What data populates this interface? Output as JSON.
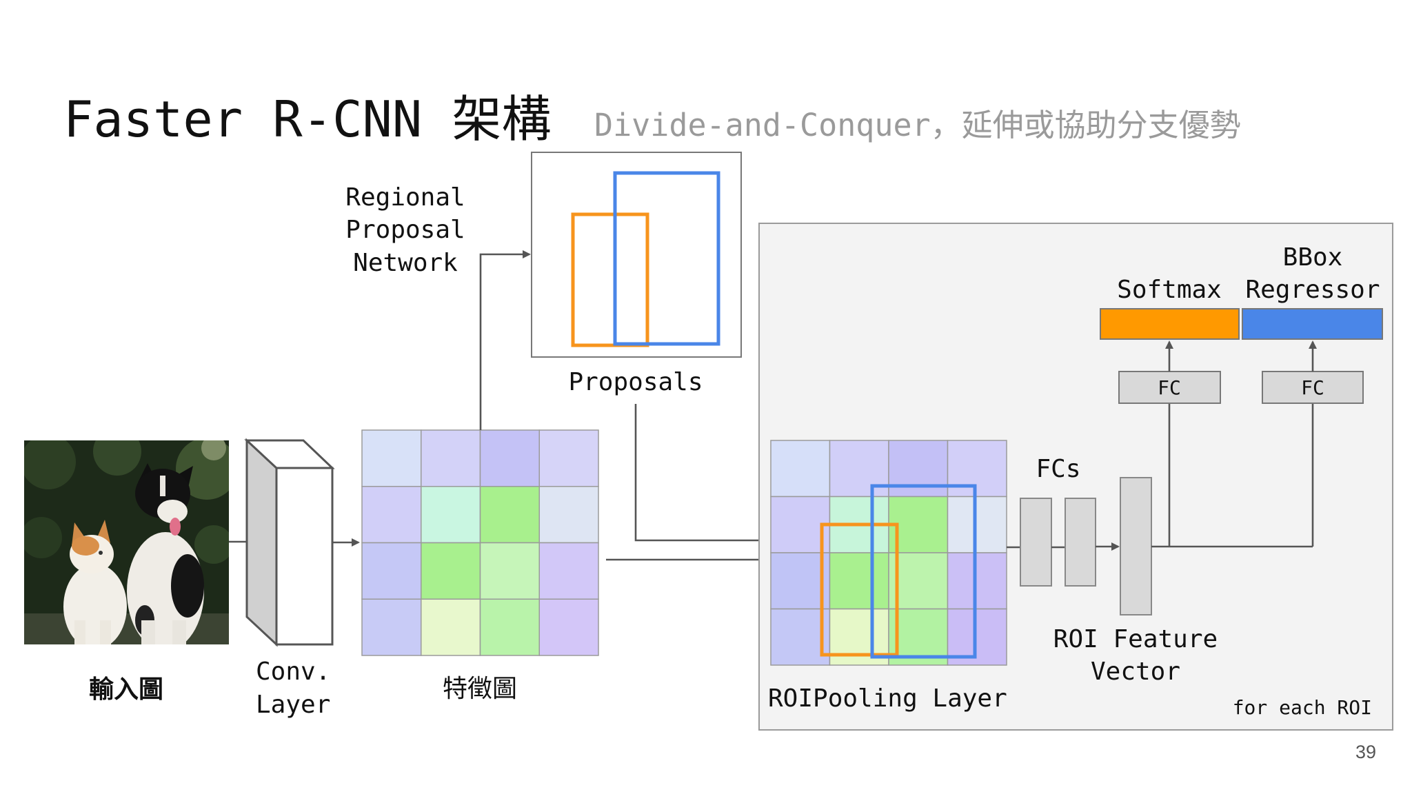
{
  "slide": {
    "title": "Faster R-CNN 架構",
    "subtitle_en": "Divide-and-Conquer，",
    "subtitle_zh": "延伸或協助分支優勢",
    "page_number": "39"
  },
  "diagram": {
    "input_label": "輸入圖",
    "conv_label": [
      "Conv.",
      "Layer"
    ],
    "feature_map_label": "特徵圖",
    "rpn_label": [
      "Regional",
      "Proposal",
      "Network"
    ],
    "proposals_label": "Proposals",
    "roi_pooling_label": "ROIPooling Layer",
    "fcs_label": "FCs",
    "roi_vector_label": [
      "ROI Feature",
      "Vector"
    ],
    "fc_left_label": "FC",
    "fc_right_label": "FC",
    "softmax_label": "Softmax",
    "bbox_label": [
      "BBox",
      "Regressor"
    ],
    "per_roi_note": "for each ROI"
  },
  "colors": {
    "orange_box": "#f7941d",
    "blue_box": "#4a86e8",
    "softmax_bar": "#ff9900",
    "bbox_bar": "#4a86e8",
    "fc_fill": "#d9d9d9",
    "panel_fill": "#f3f3f3"
  },
  "feature_map_cells": [
    [
      "#d8e1f8",
      "#d3d2f8",
      "#c4c2f6",
      "#d6d4f8"
    ],
    [
      "#d1cff8",
      "#c9f6e1",
      "#a8f08d",
      "#dee5f3"
    ],
    [
      "#c5c8f6",
      "#a8f08e",
      "#c6f5b9",
      "#d2c8f8"
    ],
    [
      "#c8cbf6",
      "#e8f8cd",
      "#b9f3aa",
      "#d3c6f8"
    ]
  ],
  "roi_cells": [
    [
      "#d6dff9",
      "#d1cff8",
      "#c3c0f6",
      "#d2cff8"
    ],
    [
      "#cfccf8",
      "#c7f5da",
      "#a9f08f",
      "#e0e7f3"
    ],
    [
      "#c0c4f6",
      "#a9f08f",
      "#bdf3ad",
      "#cbc0f6"
    ],
    [
      "#c4c8f6",
      "#e6f8c8",
      "#b2f2a2",
      "#cabdf6"
    ]
  ]
}
